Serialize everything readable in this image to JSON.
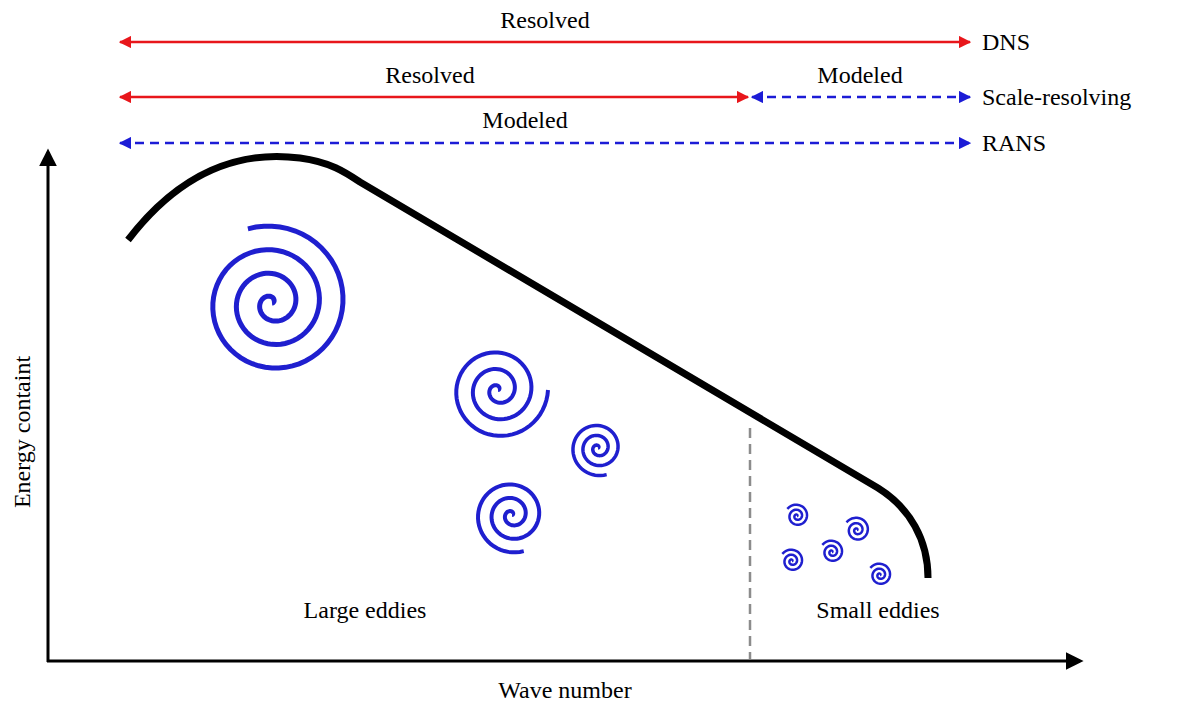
{
  "diagram": {
    "labels": [
      "Resolved",
      "DNS",
      "Resolved",
      "Modeled",
      "Scale-resolving",
      "Modeled",
      "RANS",
      "Energy containt",
      "Large eddies",
      "Small eddies",
      "Wave number"
    ]
  }
}
